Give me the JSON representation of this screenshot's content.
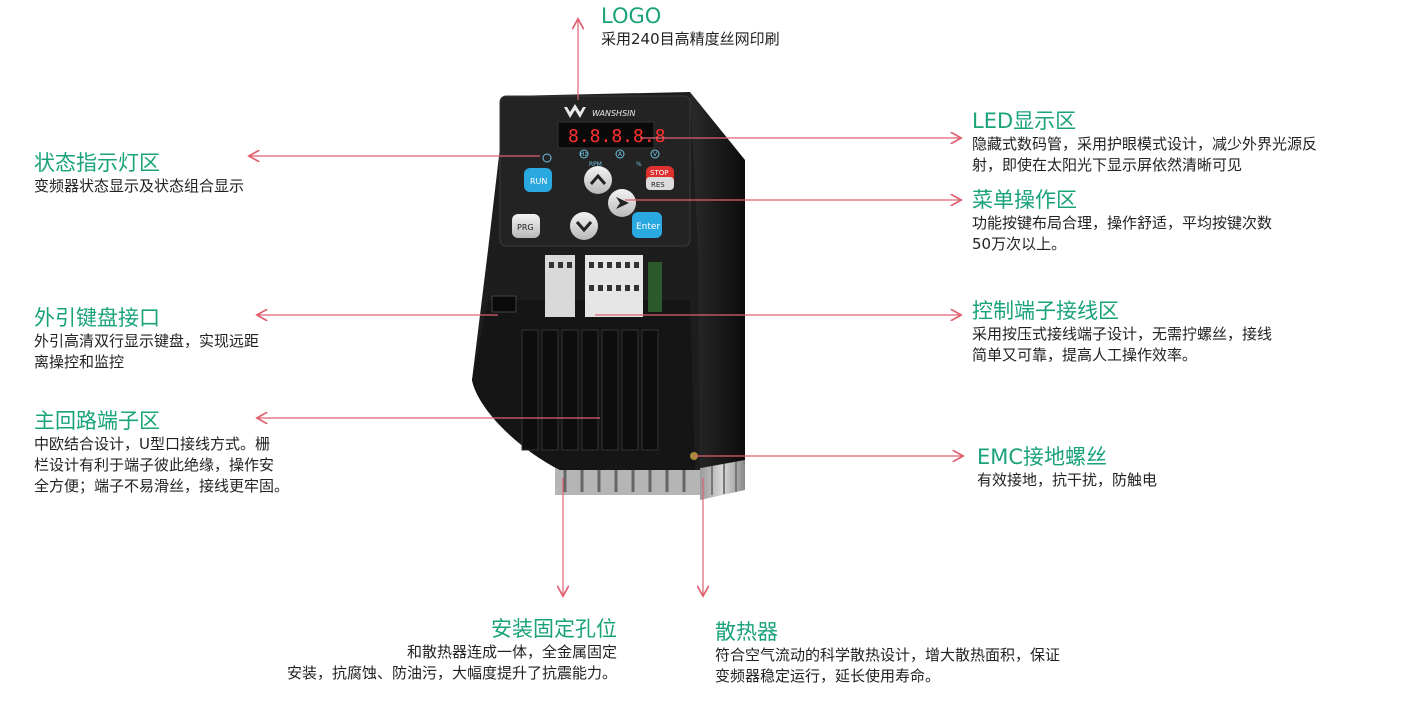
{
  "device": {
    "brand": "WANSHSIN",
    "display": "8.8.8.8.8",
    "indicators": [
      "Hz",
      "A",
      "V"
    ],
    "rpm_label": "RPM",
    "percent_label": "%",
    "buttons": {
      "run": "RUN",
      "stop": "STOP",
      "res": "RES",
      "prg": "PRG",
      "enter": "Enter"
    }
  },
  "callouts": {
    "logo": {
      "title": "LOGO",
      "lines": [
        "采用240目高精度丝网印刷"
      ]
    },
    "status": {
      "title": "状态指示灯区",
      "lines": [
        "变频器状态显示及状态组合显示"
      ]
    },
    "led": {
      "title": "LED显示区",
      "lines": [
        "隐藏式数码管，采用护眼模式设计，减少外界光源反",
        "射，即使在太阳光下显示屏依然清晰可见"
      ]
    },
    "menu": {
      "title": "菜单操作区",
      "lines": [
        "功能按键布局合理，操作舒适，平均按键次数",
        "50万次以上。"
      ]
    },
    "keyboard": {
      "title": "外引键盘接口",
      "lines": [
        "外引高清双行显示键盘，实现远距",
        "离操控和监控"
      ]
    },
    "control": {
      "title": "控制端子接线区",
      "lines": [
        "采用按压式接线端子设计，无需拧螺丝，接线",
        "简单又可靠，提高人工操作效率。"
      ]
    },
    "main_circuit": {
      "title": "主回路端子区",
      "lines": [
        "中欧结合设计，U型口接线方式。栅",
        "栏设计有利于端子彼此绝缘，操作安",
        "全方便；端子不易滑丝，接线更牢固。"
      ]
    },
    "emc": {
      "title": "EMC接地螺丝",
      "lines": [
        "有效接地，抗干扰，防触电"
      ]
    },
    "mounting": {
      "title": "安装固定孔位",
      "lines": [
        "和散热器连成一体，全金属固定",
        "安装，抗腐蚀、防油污，大幅度提升了抗震能力。"
      ]
    },
    "heatsink": {
      "title": "散热器",
      "lines": [
        "符合空气流动的科学散热设计，增大散热面积，保证",
        "变频器稳定运行，延长使用寿命。"
      ]
    }
  },
  "colors": {
    "title_green": "#1aa37a",
    "arrow_red": "#e06070",
    "button_blue": "#2aa8e0",
    "button_red": "#e03030",
    "led_red": "#ff3030"
  }
}
